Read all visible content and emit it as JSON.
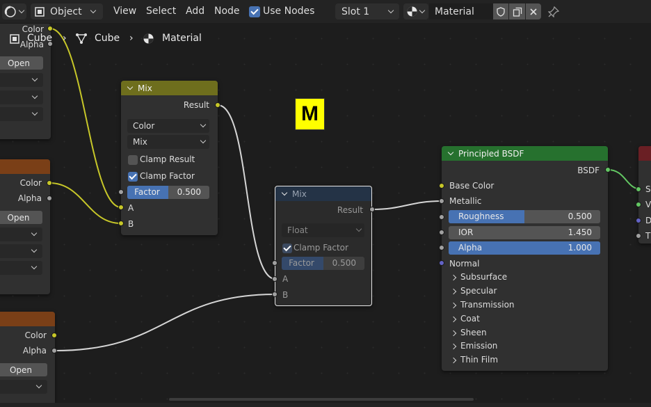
{
  "header": {
    "mode_label": "Object",
    "menus": [
      "View",
      "Select",
      "Add",
      "Node"
    ],
    "use_nodes_label": "Use Nodes",
    "slot_label": "Slot 1",
    "material_name": "Material"
  },
  "breadcrumb": {
    "object": "Cube",
    "mesh": "Cube",
    "material": "Material"
  },
  "left_nodes": {
    "top": {
      "color_label": "Color",
      "alpha_label": "Alpha",
      "open_label": "Open"
    },
    "middle": {
      "color_label": "Color",
      "alpha_label": "Alpha",
      "open_label": "Open"
    },
    "bottom": {
      "color_label": "Color",
      "alpha_label": "Alpha",
      "open_label": "Open"
    }
  },
  "mix_color_node": {
    "title": "Mix",
    "result_label": "Result",
    "data_type": "Color",
    "blend_mode": "Mix",
    "clamp_result_label": "Clamp Result",
    "clamp_result_checked": false,
    "clamp_factor_label": "Clamp Factor",
    "clamp_factor_checked": true,
    "factor_label": "Factor",
    "factor_value": "0.500",
    "factor_fraction": 0.5,
    "input_a_label": "A",
    "input_b_label": "B"
  },
  "mix_float_node": {
    "title": "Mix",
    "result_label": "Result",
    "data_type": "Float",
    "clamp_factor_label": "Clamp Factor",
    "clamp_factor_checked": true,
    "factor_label": "Factor",
    "factor_value": "0.500",
    "factor_fraction": 0.5,
    "input_a_label": "A",
    "input_b_label": "B"
  },
  "bsdf_node": {
    "title": "Principled BSDF",
    "output_label": "BSDF",
    "base_color_label": "Base Color",
    "metallic_label": "Metallic",
    "roughness_label": "Roughness",
    "roughness_value": "0.500",
    "roughness_fraction": 0.5,
    "ior_label": "IOR",
    "ior_value": "1.450",
    "alpha_label": "Alpha",
    "alpha_value": "1.000",
    "alpha_fraction": 1.0,
    "normal_label": "Normal",
    "panels": [
      "Subsurface",
      "Specular",
      "Transmission",
      "Coat",
      "Sheen",
      "Emission",
      "Thin Film"
    ]
  },
  "output_node_partial": {
    "socket_initials": [
      "S",
      "V",
      "D",
      "T"
    ]
  },
  "badge": {
    "letter": "M"
  },
  "colors": {
    "mix_header": "#6e6e1d",
    "mix_float_header": "#243346",
    "bsdf_header": "#26712e",
    "image_header": "#7a3f17",
    "accent_blue": "#4772b3",
    "link_yellow": "#c7c729",
    "link_grey": "#d6d6d6",
    "link_green": "#63c763"
  }
}
